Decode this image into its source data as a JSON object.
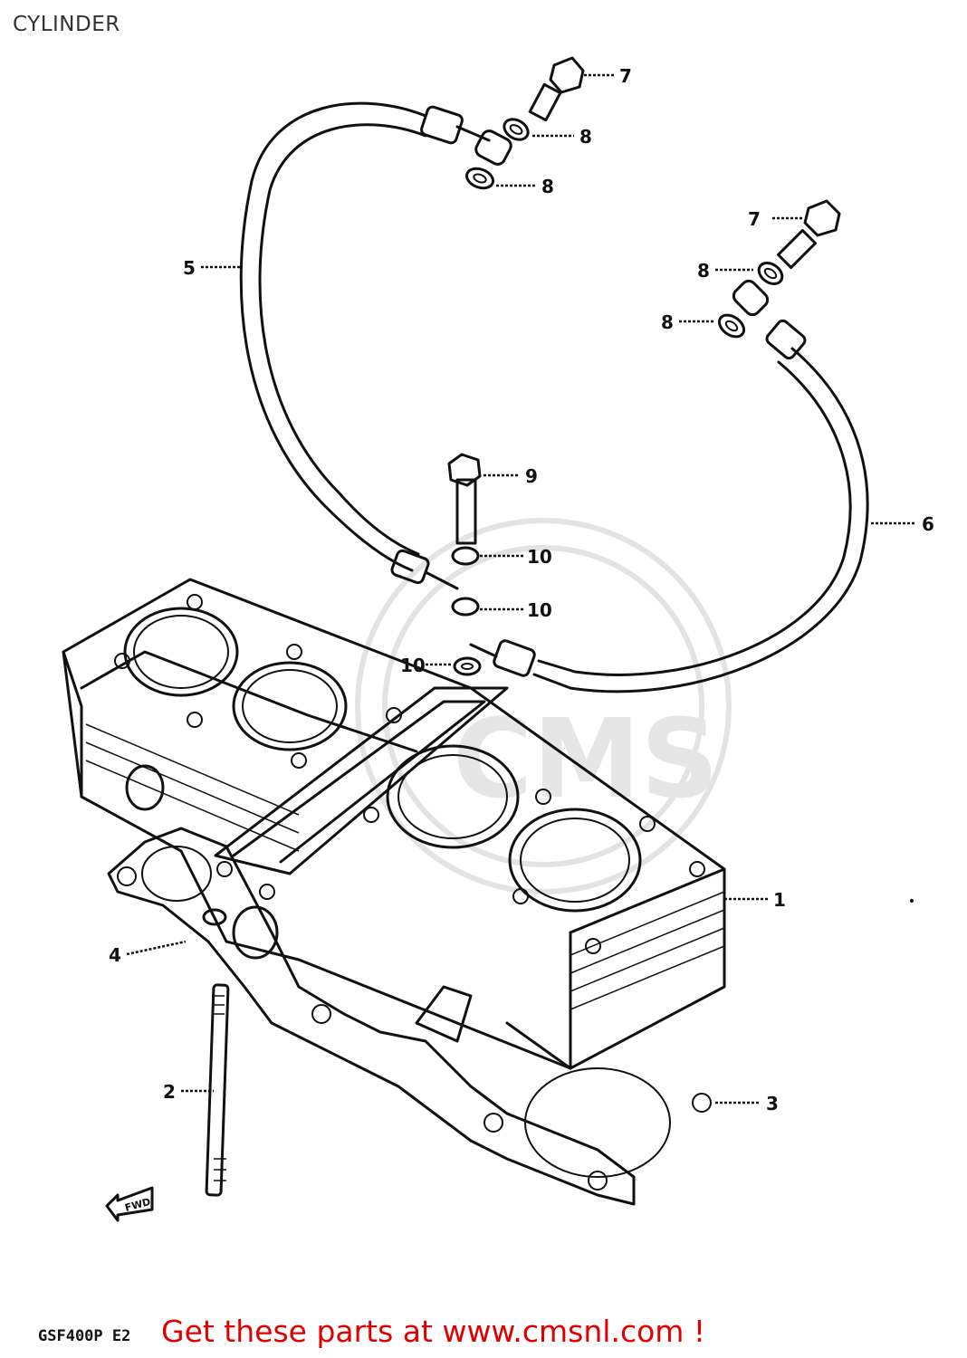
{
  "title": "CYLINDER",
  "model_code": "GSF400P E2",
  "promo_link": "Get these parts at www.cmsnl.com !",
  "watermark": "CMS",
  "fwd_label": "FWD",
  "callouts": {
    "c1": "1",
    "c2": "2",
    "c3": "3",
    "c4": "4",
    "c5": "5",
    "c6": "6",
    "c7a": "7",
    "c7b": "7",
    "c8a": "8",
    "c8b": "8",
    "c8c": "8",
    "c8d": "8",
    "c9": "9",
    "c10a": "10",
    "c10b": "10",
    "c10c": "10"
  },
  "colors": {
    "promo": "#e10000",
    "line": "#111111",
    "watermark": "#e3e3e3"
  }
}
